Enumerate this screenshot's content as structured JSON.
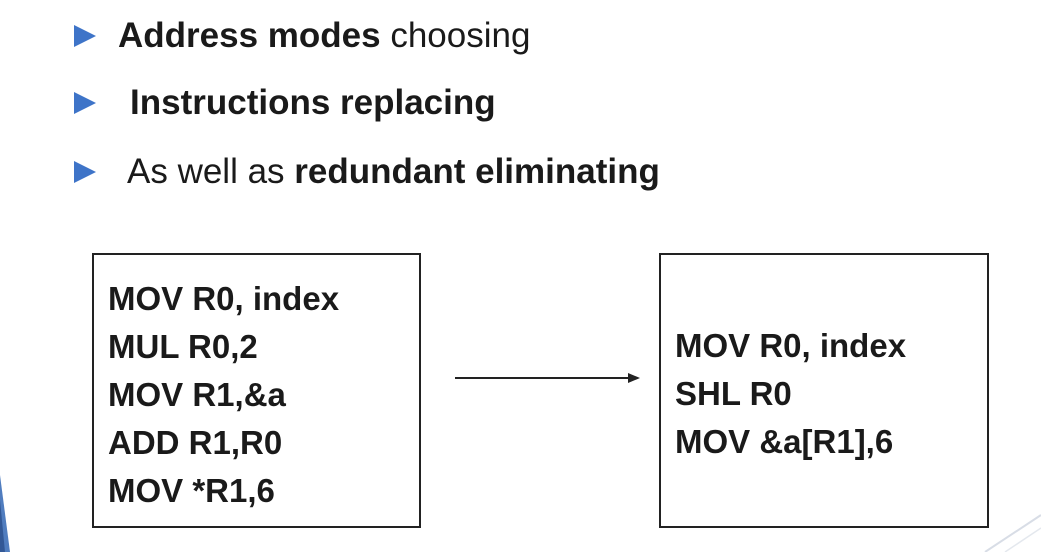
{
  "bullets": [
    {
      "segments": [
        {
          "text": "Address modes",
          "bold": true
        },
        {
          "text": " choosing",
          "bold": false
        }
      ]
    },
    {
      "segments": [
        {
          "text": "Instructions replacing",
          "bold": true
        }
      ]
    },
    {
      "segments": [
        {
          "text": "As well as ",
          "bold": false
        },
        {
          "text": "redundant eliminating",
          "bold": true
        }
      ]
    }
  ],
  "code_before": [
    "MOV R0, index",
    "MUL R0,2",
    "MOV R1,&a",
    "ADD R1,R0",
    "MOV *R1,6"
  ],
  "code_after": [
    "MOV R0, index",
    "SHL R0",
    "MOV &a[R1],6"
  ],
  "colors": {
    "bullet_marker": "#3e74c8",
    "text": "#1a1a1a",
    "box_border": "#222222",
    "corner_accent": "#3d6fb8"
  }
}
